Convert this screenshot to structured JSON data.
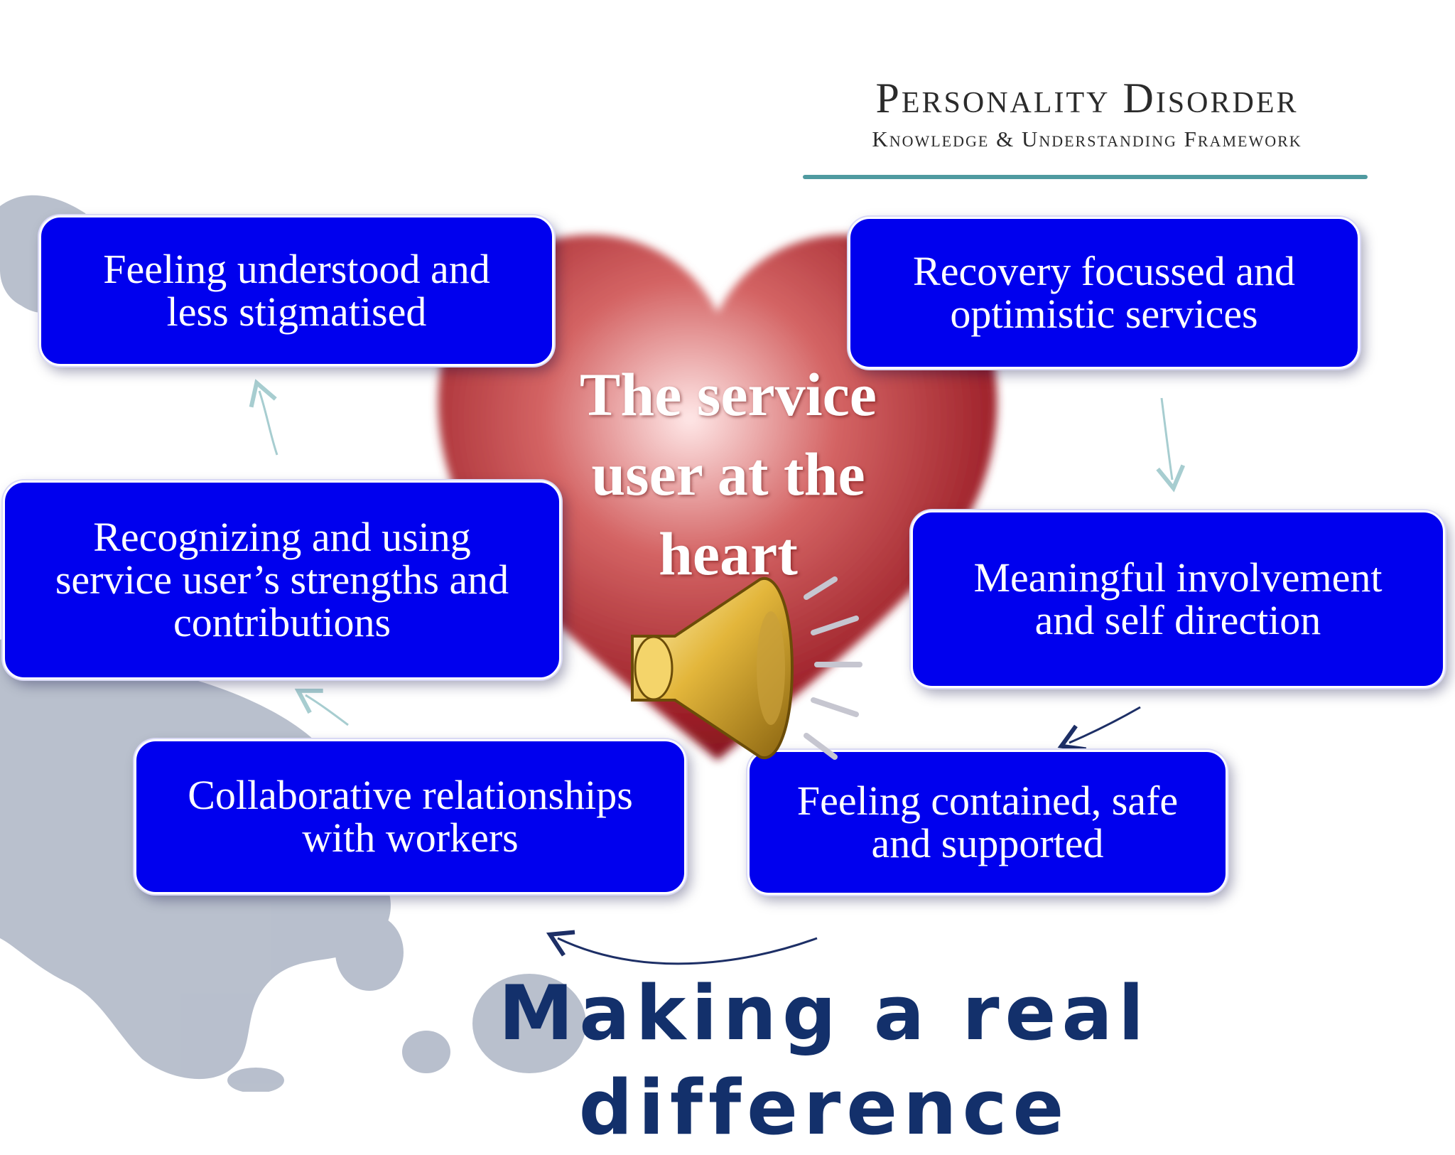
{
  "logo": {
    "title": "Personality Disorder",
    "subtitle": "Knowledge & Understanding Framework"
  },
  "center": {
    "line1": "The service",
    "line2": "user at the",
    "line3": "heart"
  },
  "boxes": [
    {
      "line1": "Feeling understood and",
      "line2": "less stigmatised"
    },
    {
      "line1": "Recovery focussed and",
      "line2": "optimistic services"
    },
    {
      "line1": "Recognizing and using",
      "line2": "service user’s strengths and",
      "line3": "contributions"
    },
    {
      "line1": "Meaningful involvement",
      "line2": "and  self direction"
    },
    {
      "line1": "Collaborative relationships",
      "line2": "with workers"
    },
    {
      "line1": "Feeling contained, safe",
      "line2": "and supported"
    }
  ],
  "footer": {
    "line1": "Making a real",
    "line2": "difference"
  },
  "colors": {
    "box_fill": "#0000ee",
    "heart": "#b0343a",
    "footer_text": "#13306b",
    "logo_accent": "#4f9aa0",
    "splash": "#8a96ac"
  },
  "icons": [
    "speaker-icon",
    "heart-graphic",
    "ink-splash"
  ]
}
